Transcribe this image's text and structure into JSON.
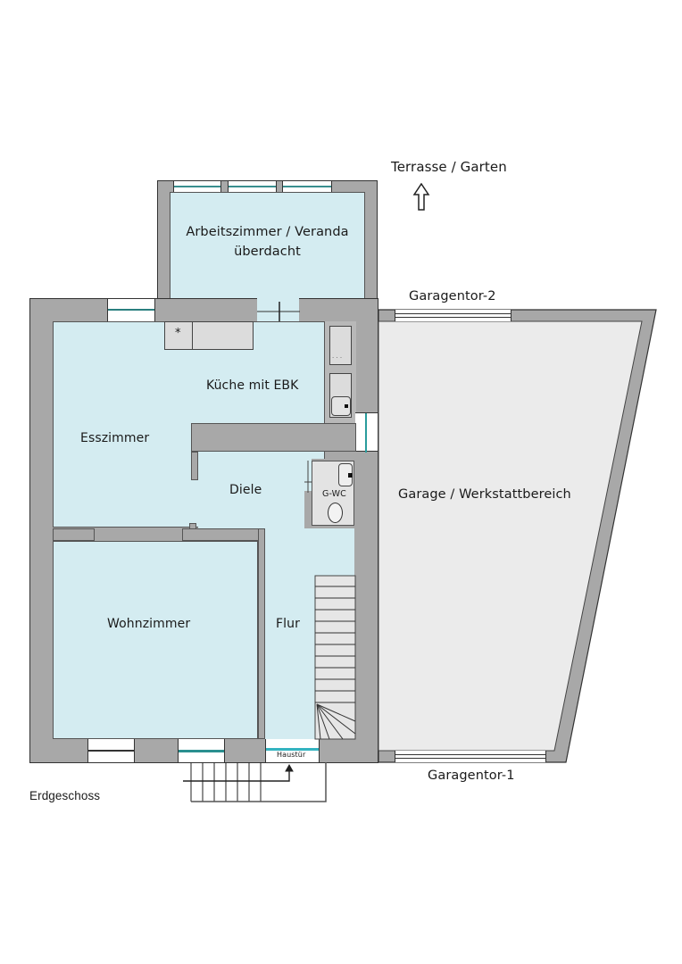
{
  "plan": {
    "title": "Erdgeschoss",
    "colors": {
      "wall": "#a8a8a8",
      "room": "#d4ecf1",
      "garage": "#ebebeb",
      "stairs": "#e6e6e6",
      "window_glass": "#2a9d9d",
      "outline": "#333333"
    }
  },
  "labels": {
    "terrace": "Terrasse / Garten",
    "study_line1": "Arbeitszimmer / Veranda",
    "study_line2": "überdacht",
    "kitchen": "Küche mit EBK",
    "dining": "Esszimmer",
    "hall": "Diele",
    "wc": "G-WC",
    "living": "Wohnzimmer",
    "corridor": "Flur",
    "front_door": "Haustür",
    "garage": "Garage / Werkstattbereich",
    "garage_door_2": "Garagentor-2",
    "garage_door_1": "Garagentor-1"
  },
  "icons": {
    "north_arrow": "up-arrow-outline",
    "stove_marker": "*",
    "entrance_arrow": "arrow-up"
  }
}
